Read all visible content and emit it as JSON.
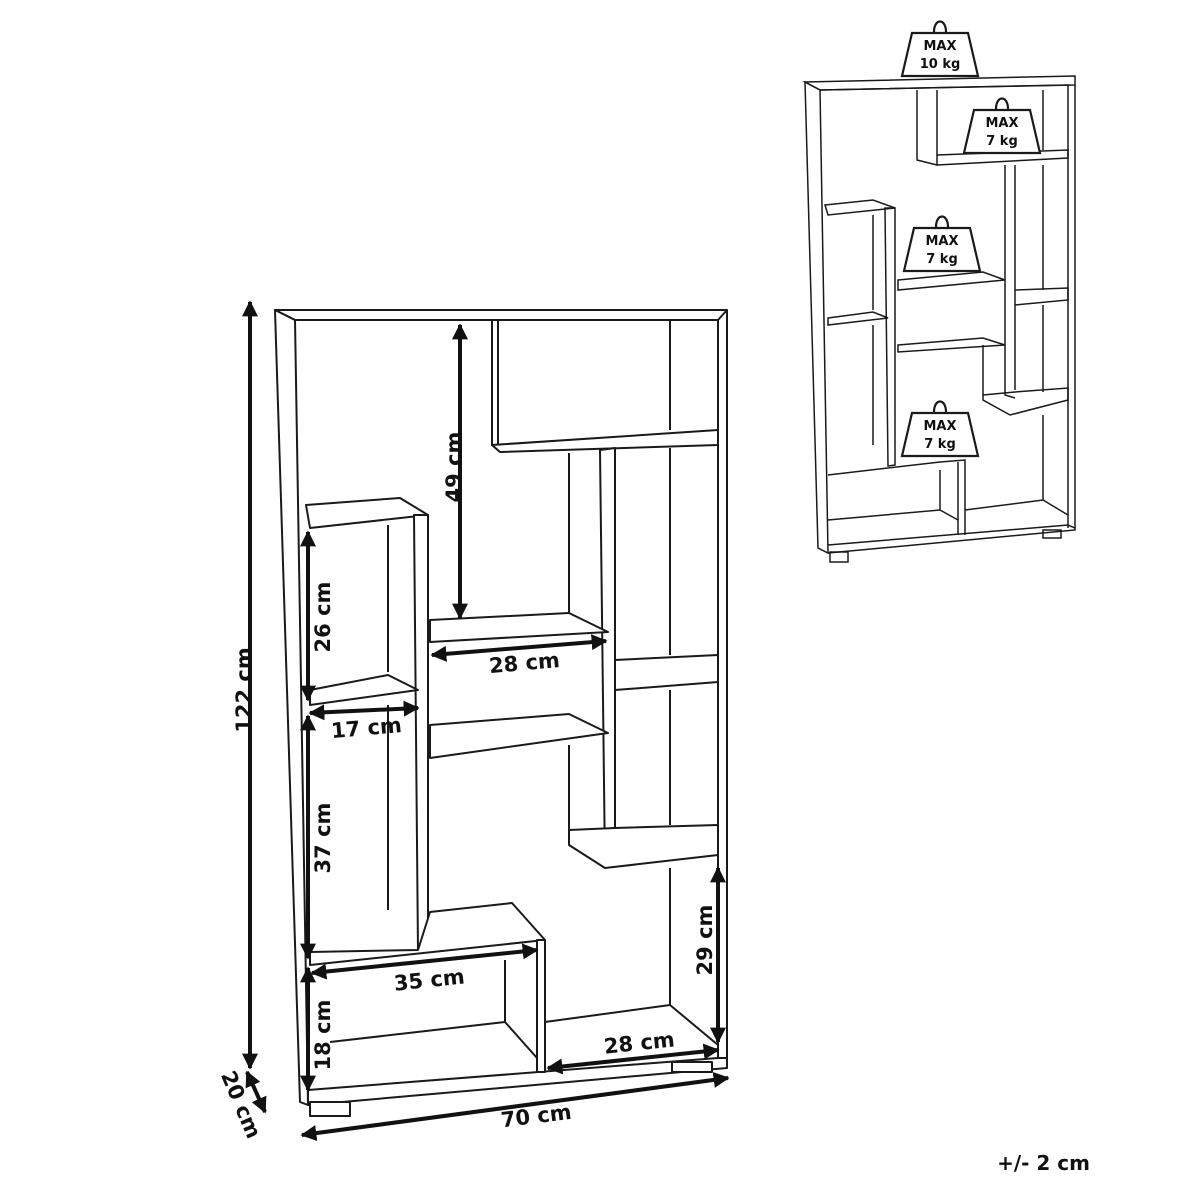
{
  "dimensions": {
    "height": "122 cm",
    "depth": "20 cm",
    "width": "70 cm",
    "top_opening": "49 cm",
    "left_upper_opening": "26 cm",
    "left_upper_width": "17 cm",
    "left_middle_opening": "37 cm",
    "bottom_left_opening": "18 cm",
    "bottom_left_width": "35 cm",
    "center_shelf_width": "28 cm",
    "bottom_right_width": "28 cm",
    "bottom_right_opening": "29 cm"
  },
  "weights": [
    {
      "label": "MAX",
      "value": "10 kg"
    },
    {
      "label": "MAX",
      "value": "7 kg"
    },
    {
      "label": "MAX",
      "value": "7 kg"
    },
    {
      "label": "MAX",
      "value": "7 kg"
    }
  ],
  "tolerance": "+/- 2 cm"
}
